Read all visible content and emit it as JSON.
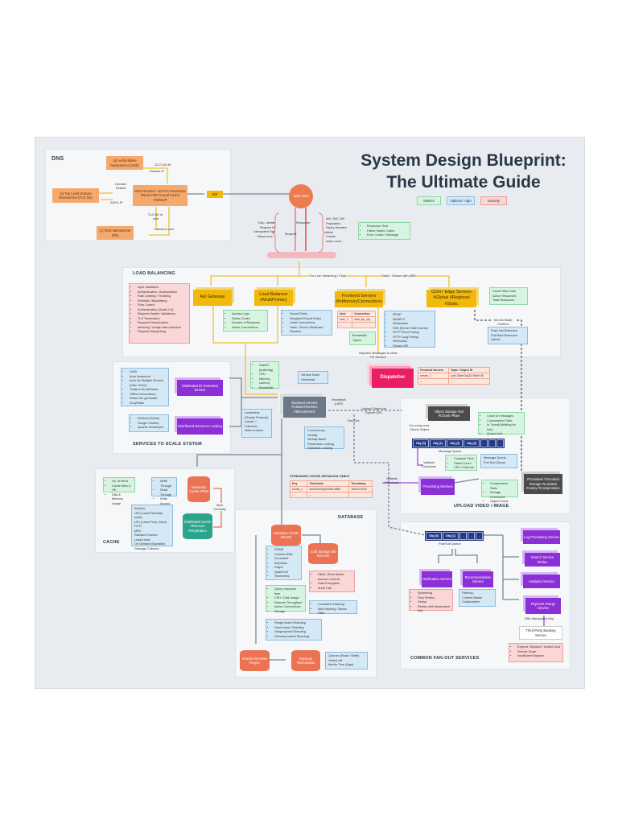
{
  "title": {
    "line1": "System Design Blueprint:",
    "line2": "The Ultimate Guide"
  },
  "legend": [
    {
      "label": "Metrics",
      "color": "#d6f5e0"
    },
    {
      "label": "Options / Algo",
      "color": "#d4e8f6"
    },
    {
      "label": "Security",
      "color": "#fbd6d6"
    }
  ],
  "dns": {
    "title": "DNS",
    "authoritative": "(4) Authoritative Nameserver (ANS)",
    "tld": "(3) Top Level Domain Nameserver (TLD NS)",
    "resolver": "DNS Resolver :53 Port #OwnDNS #Root #ISP #Local Cache #WhiteIP",
    "root": "(1) Root Nameserver (RN)",
    "isp": "ISP",
    "ip_label": "12.23.34.45",
    "domain_ip": "Domain IP",
    "domain_default": "Domain Default",
    "ans_ip": "ANS's IP",
    "tld_ns_of": "TLD NS of .com",
    "amazon": "amazon.com"
  },
  "app_user": {
    "label": "App/ User",
    "request": "Request",
    "response": "Response",
    "request_items": [
      "Gzip, deflate",
      "Request ID",
      "Idempotent Key",
      "Many more..."
    ],
    "response_items": [
      "400, 500, 200",
      "Pagination",
      "Expiry Headers",
      "Mime",
      "Cookie",
      "many more..."
    ],
    "response_metrics": [
      "Response Time",
      "Failed Status Codes",
      "Error Codes / Message"
    ]
  },
  "load_balancing": {
    "title": "LOAD BALANCING",
    "live_streaming": "For Live Streaming / Chat",
    "static_streams": "Static / Stream with ABR",
    "api_gateway": "Api Gateway",
    "load_balancer": "Load Balancer #MultiPrimary",
    "frontend": "Frontend Servers #InMemoryConnections",
    "cdn": "CDN / Edge Servers #Global #Regional #Static",
    "security_items": [
      "Input Validation",
      "Authentication / Authorization",
      "Rate Limiting / Throttling",
      "Whitelist / Blacklisting",
      "Flow Control",
      "Authentication (Oauth 2.0)",
      "Request Header Validations",
      "TLS Termination",
      "Request Deduplication",
      "Metering / Usage data collection",
      "Request Dispatching"
    ],
    "gateway_metrics": [
      "Access Logs",
      "Status Codes",
      "Number of Requests",
      "Active Connections"
    ],
    "lb_algos": [
      "Round Robin",
      "Weighted Round Robin",
      "Least Connections",
      "Hash / Server Stickiness",
      "Random"
    ],
    "conn_table": {
      "headers": [
        "User",
        "Connection"
      ],
      "rows": [
        [
          "user_1",
          "web_tcp_obj"
        ],
        [
          "...",
          "..."
        ]
      ]
    },
    "frontend_metrics": [
      "Bandwidth",
      "Topics"
    ],
    "protocols": [
      "RTMP",
      "WebRTC",
      "Websocket",
      "SSE (Server Side Events)",
      "HTTP Short Polling",
      "HTTP Long Polling",
      "Webhooks",
      "Stream API"
    ],
    "cdn_metrics": [
      "Cache Miss Gets",
      "Active Resources",
      "Total Resources"
    ],
    "cdn_options": [
      "Push Hot Resource",
      "Pull Rare Resource",
      "Hybrid"
    ],
    "serves_static": "Serves Static Content",
    "dispatch_label": "Dispatch Messages to other FE Servers"
  },
  "dispatcher": {
    "label": "Dispatcher",
    "table": {
      "headers": [
        "Frontend Servers",
        "Topic / Object ID"
      ],
      "rows": [
        [
          "server_1",
          "uuid 23def 3a(23 09bef 45"
        ],
        [
          "...",
          "..."
        ]
      ]
    }
  },
  "services": {
    "title": "SERVICES TO SCALE SYSTEM",
    "id_gen": "Distributed ID Generator Service",
    "locking": "Distributed Resource Locking",
    "id_options": [
      "UUID",
      "Auto Increment",
      "Auto Inc Multiple Servers (Odd / Even)",
      "Twitter's SnowFlakes",
      "Offline Generations",
      "Redis UID generator",
      "SonyFlake"
    ],
    "lock_options": [
      "Redlock (Redis)",
      "Google Chubby",
      "Apache Zookeeper"
    ]
  },
  "backend": {
    "label": "Backend Servers #Cluster/Workers #MicroService",
    "heartbeat": "Heartbeat (UDP)",
    "metrics": [
      "Disk/IO (buffering)",
      "CPU",
      "Memory",
      "Latency",
      "Bandwidth"
    ],
    "scaling": [
      "Vertical Scale",
      "Horizontal"
    ],
    "leadership": [
      "Leaderless (Gossip Protocol)",
      "Leader + Followers",
      "Multi-Leaders"
    ],
    "concurrency": [
      "Concurrency:",
      "Serially",
      "Serially Batch",
      "Pessimistic Locking",
      "Optimistic Locking"
    ],
    "upload_label": "Upload Object via Signed URL",
    "fan_out": "Fan-Out"
  },
  "cache": {
    "title": "CACHE",
    "metrics": [
      "No. of items",
      "Cache Miss & Hit",
      "Disk & Memory Usage"
    ],
    "strategies": [
      "Write Through",
      "Read Through",
      "Write Around",
      "Write Back"
    ],
    "inmemory": "InMemory Cache #Fast",
    "distributed": "Distributed Cache #Remove Rehydration",
    "sync": "Sync Centrally",
    "eviction": [
      "Eviction:",
      "LRU (Least Recently used)",
      "LFU (Least Freq. Used)",
      "FIFO",
      "MRU",
      "Random Eviction",
      "Least Used",
      "On Demand Expiration",
      "Garbage Collector"
    ]
  },
  "chunk_table": {
    "title": "STREAMING CHUNK METADATA TABLE",
    "headers": [
      "Key",
      "Checksum",
      "Timestamp"
    ],
    "rows": [
      [
        "chunk_1",
        "asd23def3a(23098 ad8f3",
        "1682470423"
      ],
      [
        "...",
        "..."
      ]
    ]
  },
  "database": {
    "title": "DATABASE",
    "primary": "Database #ACID #BASE",
    "cold": "Cold Storage Old Records",
    "types": [
      "RDMS",
      "Column Wide",
      "Document",
      "KeyValue",
      "Graph",
      "QuadTree",
      "Timeseries"
    ],
    "security": [
      "RBAC (Role Based Access Control)",
      "Data Encryption",
      "Audit Trail"
    ],
    "metrics": [
      "Query response time",
      "CPU / Disk Usage",
      "Network Throughput",
      "Active Connections",
      "Storage"
    ],
    "hashing": [
      "Consistent Hashing",
      "Mod Hashing / Bloom Filter"
    ],
    "sharding": [
      "Range based Sharding",
      "Hash based Sharding",
      "Geographical Sharding",
      "Directory based Sharding"
    ],
    "shards": "Shards #ReWrite #Async",
    "replicas": "Replicas #Dnsupdate",
    "replica_options": [
      "Quorum (Read / Write)",
      "Hinted will",
      "Merkle Tree (Algo)"
    ]
  },
  "upload": {
    "title": "UPLOAD VIDEO / IMAGE",
    "object_storage": "Object Storage #S3 #Chunk #Raw",
    "for_every": "For every new Chunk Object",
    "queue_items": [
      "Obj [0]",
      "Obj [1]",
      "Obj [2]",
      "Obj [3]",
      ".",
      ".",
      "."
    ],
    "queue_label": "Message Queue",
    "validate": "Validate Checksum",
    "processing": "Processing Workers",
    "processed": "Processed / Encoded Storage #Lossless #Lossy #Compression",
    "queue_metrics": [
      "Count of messages",
      "Consumption Rate",
      "In Transit (Waiting for Ack)",
      "Queue limit"
    ],
    "worker_metrics": [
      "Compute Time",
      "Failed Count",
      "CPU / Disk etc"
    ],
    "queue_types": [
      "Message Queue",
      "Pub Sub Queue"
    ],
    "storage_metrics": [
      "Compression Ratio",
      "Storage Consumed",
      "Object Count"
    ]
  },
  "fanout": {
    "title": "COMMON FAN-OUT SERVICES",
    "queue_items": [
      "Obj [0]",
      "Obj [1]",
      ".",
      ".",
      "."
    ],
    "queue_label": "Pub/Sub Queue",
    "notification": "Notification Service",
    "recommendation": "Recommendation Service",
    "log": "Log Processing Service",
    "search": "Search Service #Index",
    "analytics": "Analytics Service",
    "payment": "Payment charge Service",
    "idempotent": "With Idempotent Key",
    "third_party": "Third-Party Banking Service",
    "notif_items": [
      "Spamming",
      "Only Retries",
      "Dedup",
      "Retries with Idempotent Key"
    ],
    "rec_items": [
      "Filtering:",
      "Content Based",
      "Collaborative"
    ],
    "payment_errors": [
      "Expired / Blocked / Invalid Card",
      "Service Down",
      "Insufficient Balance"
    ]
  }
}
